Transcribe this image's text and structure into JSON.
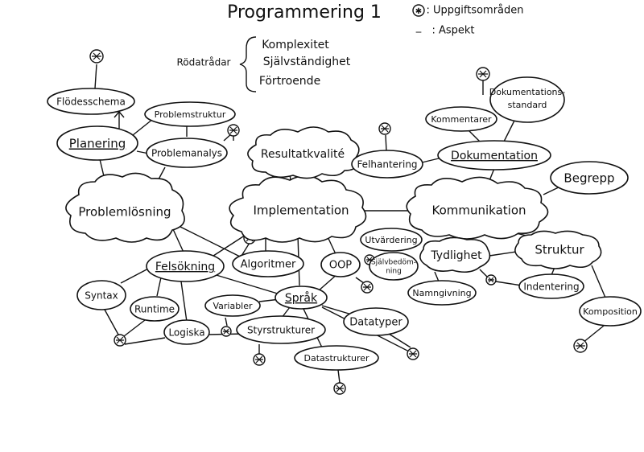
{
  "title": "Programmering 1",
  "legend": {
    "star_symbol": "✱",
    "star_label": ": Uppgiftsområden",
    "line_symbol": "_",
    "line_label": ": Aspekt"
  },
  "red_threads": {
    "label": "Rödatrådar",
    "items": [
      "Komplexitet",
      "Självständighet",
      "Förtroende"
    ]
  },
  "nodes": {
    "flodesschema": "Flödesschema",
    "problemstruktur": "Problemstruktur",
    "planering": "Planering",
    "problemanalys": "Problemanalys",
    "problemlosning": "Problemlösning",
    "resultatkvalite": "Resultatkvalité",
    "implementation": "Implementation",
    "felhantering": "Felhantering",
    "kommentarer": "Kommentarer",
    "dokstandard_1": "Dokumentations-",
    "dokstandard_2": "standard",
    "dokumentation": "Dokumentation",
    "begrepp": "Begrepp",
    "kommunikation": "Kommunikation",
    "felsokning": "Felsökning",
    "algoritmer": "Algoritmer",
    "oop": "OOP",
    "utvardering": "Utvärdering",
    "sjalvbedomning_1": "Självbedöm-",
    "sjalvbedomning_2": "ning",
    "tydlighet": "Tydlighet",
    "struktur": "Struktur",
    "syntax": "Syntax",
    "runtime": "Runtime",
    "logiska": "Logiska",
    "variabler": "Variabler",
    "sprak": "Språk",
    "styrstrukturer": "Styrstrukturer",
    "datatyper": "Datatyper",
    "datastrukturer": "Datastrukturer",
    "namngivning": "Namngivning",
    "indentering": "Indentering",
    "komposition": "Komposition"
  }
}
